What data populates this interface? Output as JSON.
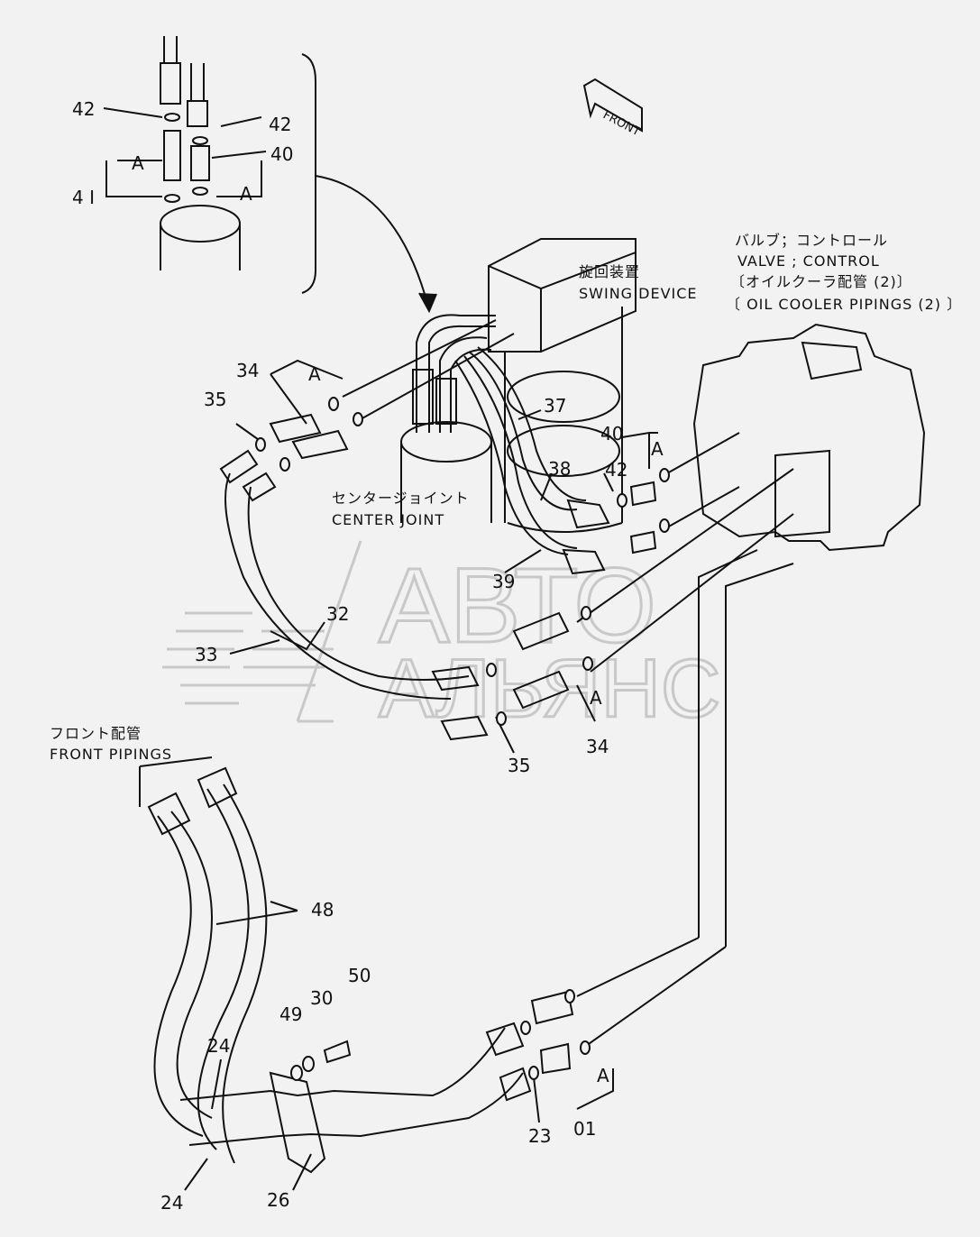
{
  "labels": {
    "front": "FRONT",
    "swing_jp": "旋回装置",
    "swing_en": "SWING DEVICE",
    "valve_jp": "バルブ；コントロール",
    "valve_en": "VALVE ; CONTROL",
    "oilcooler_jp": "〔オイルクーラ配管 (2)〕",
    "oilcooler_en": "〔 OIL COOLER PIPINGS (2) 〕",
    "center_jp": "センタージョイント",
    "center_en": "CENTER JOINT",
    "front_jp": "フロント配管",
    "front_en": "FRONT PIPINGS"
  },
  "watermark": {
    "line1": "АВТО",
    "line2": "АЛЬЯНС"
  },
  "parts": {
    "p42a": "42",
    "p42b": "42",
    "p40a": "40",
    "p41": "4 I",
    "pA1": "A",
    "pA2": "A",
    "p34a": "34",
    "pA3": "A",
    "p35a": "35",
    "p37": "37",
    "p38": "38",
    "p42c": "42",
    "p40b": "40",
    "pA4": "A",
    "p39": "39",
    "p32": "32",
    "p33": "33",
    "p35b": "35",
    "p34b": "34",
    "pA5": "A",
    "p48": "48",
    "p50": "50",
    "p49": "49",
    "p30": "30",
    "p24a": "24",
    "p24b": "24",
    "p26": "26",
    "p23": "23",
    "p01": "01",
    "pA6": "A"
  },
  "colors": {
    "line": "#111111",
    "background": "#f2f2f2",
    "watermark": "#c8c8c8"
  }
}
